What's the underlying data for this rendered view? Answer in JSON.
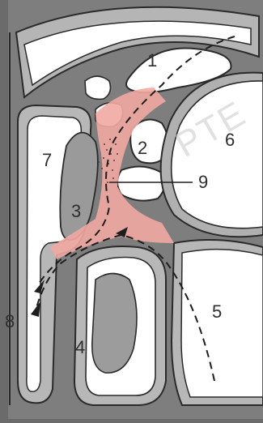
{
  "labels": {
    "l1": "1",
    "l2": "2",
    "l3": "3",
    "l4": "4",
    "l5": "5",
    "l6": "6",
    "l7": "7",
    "l8": "8",
    "l9": "9"
  },
  "watermark": "PTE",
  "colors": {
    "background": "#6b6b6b",
    "bone_fill": "#7a7a7a",
    "mucosa": "#a9a9a9",
    "air": "#ffffff",
    "inflamed": "#f2a9a2",
    "outline": "#2a2a2a"
  }
}
